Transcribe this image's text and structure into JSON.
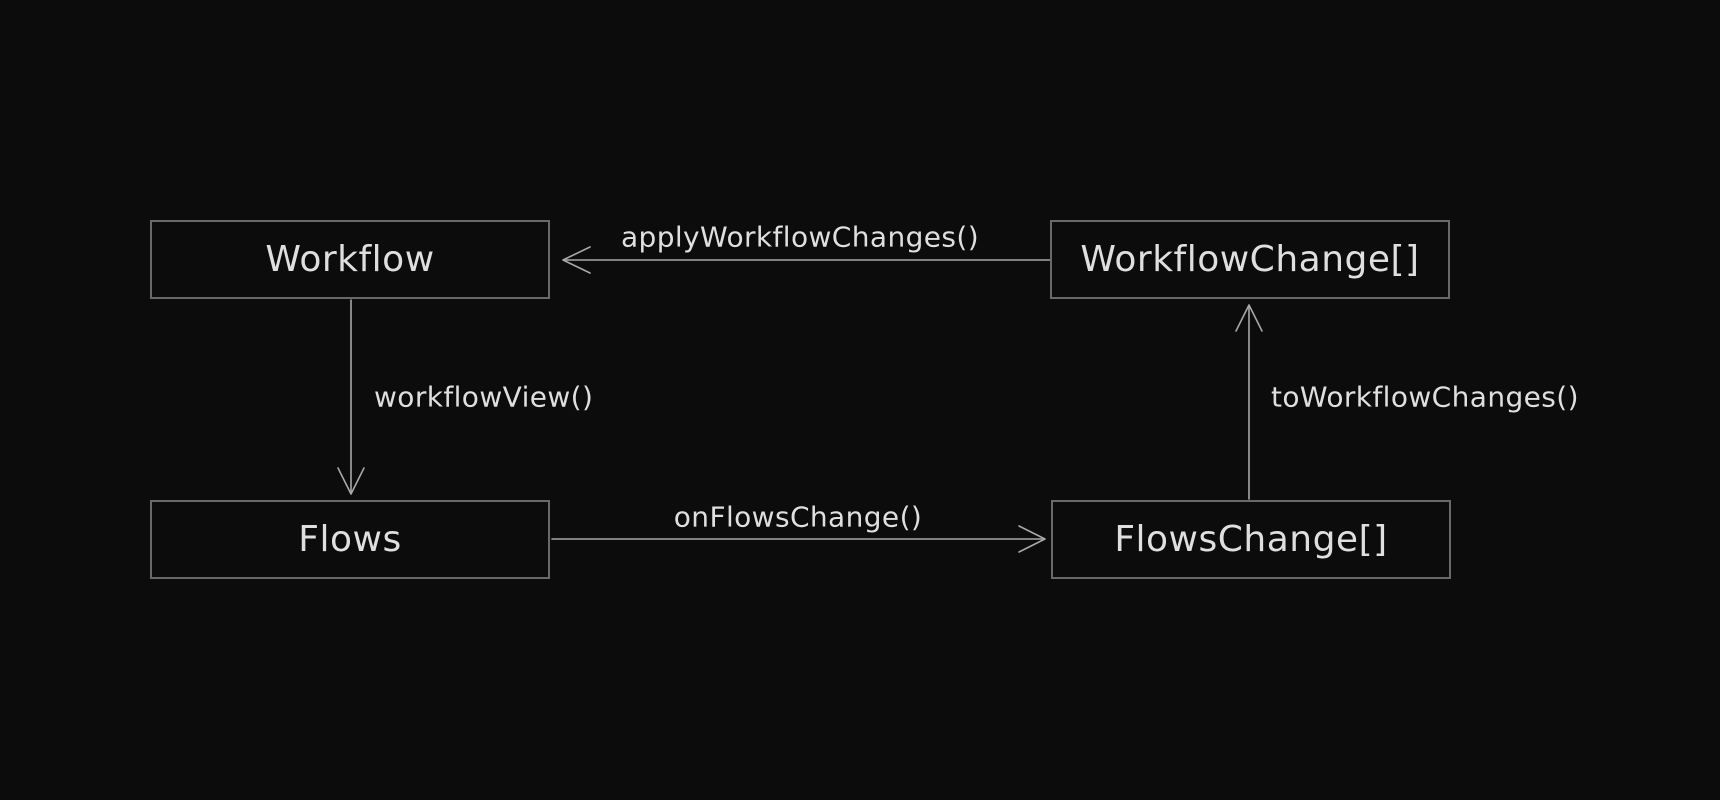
{
  "canvas": {
    "background_color": "#0c0c0c",
    "node_border_color": "#696969",
    "arrow_color": "#a8a8a8",
    "text_color": "#dfdfdf"
  },
  "diagram": {
    "nodes": [
      {
        "id": "workflow",
        "label": "Workflow"
      },
      {
        "id": "workflow-change",
        "label": "WorkflowChange[]"
      },
      {
        "id": "flows",
        "label": "Flows"
      },
      {
        "id": "flows-change",
        "label": "FlowsChange[]"
      }
    ],
    "edges": [
      {
        "id": "apply-workflow-changes",
        "label": "applyWorkflowChanges()",
        "from": "WorkflowChange[]",
        "to": "Workflow",
        "direction": "left"
      },
      {
        "id": "workflow-view",
        "label": "workflowView()",
        "from": "Workflow",
        "to": "Flows",
        "direction": "down"
      },
      {
        "id": "on-flows-change",
        "label": "onFlowsChange()",
        "from": "Flows",
        "to": "FlowsChange[]",
        "direction": "right"
      },
      {
        "id": "to-workflow-changes",
        "label": "toWorkflowChanges()",
        "from": "FlowsChange[]",
        "to": "WorkflowChange[]",
        "direction": "up"
      }
    ]
  }
}
